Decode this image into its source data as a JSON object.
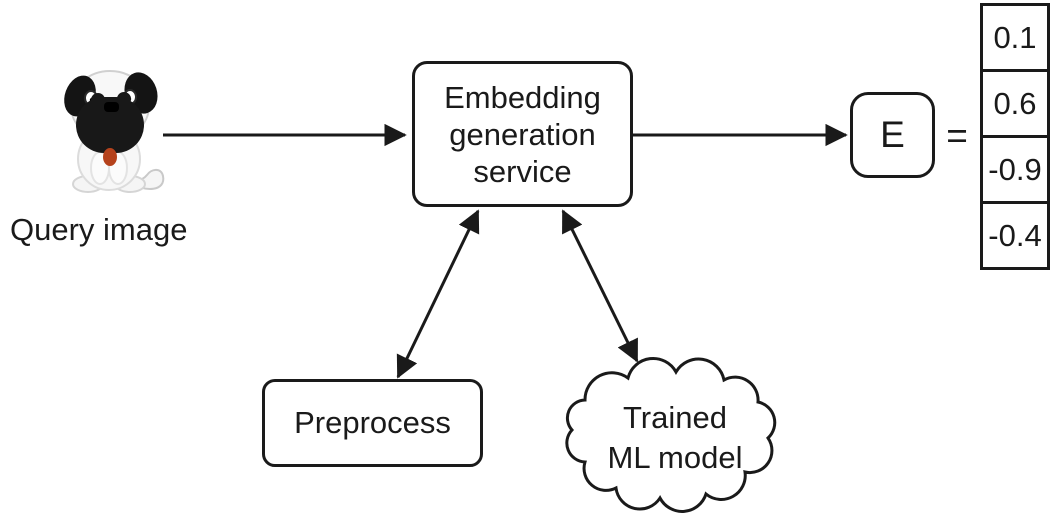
{
  "diagram": {
    "query": {
      "label": "Query image"
    },
    "embedding_service": {
      "label": "Embedding generation service"
    },
    "output": {
      "label": "E",
      "equals": "="
    },
    "vector": {
      "values": [
        "0.1",
        "0.6",
        "-0.9",
        "-0.4"
      ]
    },
    "preprocess": {
      "label": "Preprocess"
    },
    "ml_model": {
      "label": "Trained ML model"
    }
  },
  "colors": {
    "stroke": "#1a1a1a",
    "background": "#ffffff",
    "dog_dark": "#181818",
    "dog_body": "#f7f7f7",
    "tongue": "#b5421c"
  }
}
